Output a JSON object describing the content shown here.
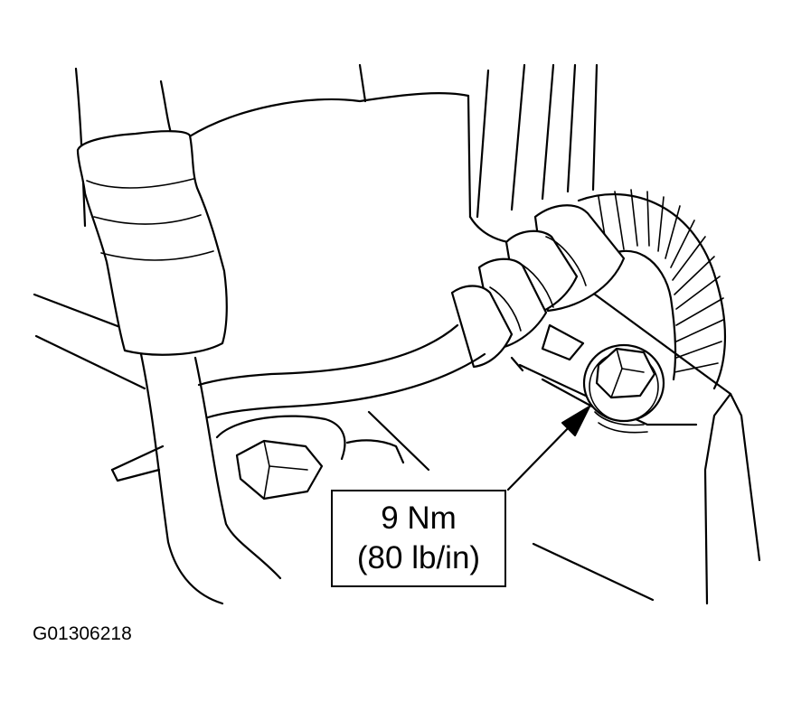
{
  "callout": {
    "torque_metric": "9 Nm",
    "torque_imperial": "(80 lb/in)"
  },
  "figure_id": "G01306218",
  "colors": {
    "ink": "#000000",
    "paper": "#ffffff"
  }
}
